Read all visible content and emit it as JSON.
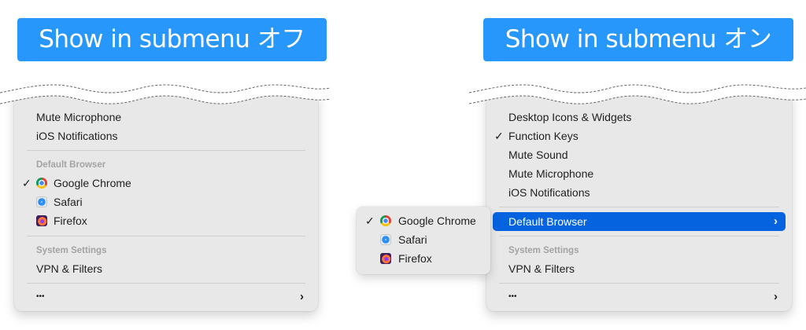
{
  "labels": {
    "off": "Show in submenu オフ",
    "on": "Show in submenu オン"
  },
  "left_menu": {
    "items": [
      {
        "label": "Mute Microphone"
      },
      {
        "label": "iOS Notifications"
      }
    ],
    "default_browser_header": "Default Browser",
    "browsers": [
      {
        "label": "Google Chrome",
        "checked": true,
        "icon": "chrome-icon"
      },
      {
        "label": "Safari",
        "checked": false,
        "icon": "safari-icon"
      },
      {
        "label": "Firefox",
        "checked": false,
        "icon": "firefox-icon"
      }
    ],
    "system_settings_header": "System Settings",
    "system_items": [
      {
        "label": "VPN & Filters"
      }
    ],
    "more_label": "•••",
    "check_glyph": "✓",
    "chevron_glyph": "›"
  },
  "right_menu": {
    "items": [
      {
        "label": "Desktop Icons & Widgets",
        "checked": false
      },
      {
        "label": "Function Keys",
        "checked": true
      },
      {
        "label": "Mute Sound",
        "checked": false
      },
      {
        "label": "Mute Microphone",
        "checked": false
      },
      {
        "label": "iOS Notifications",
        "checked": false
      }
    ],
    "default_browser_item": "Default Browser",
    "system_settings_header": "System Settings",
    "system_items": [
      {
        "label": "VPN & Filters"
      }
    ],
    "more_label": "•••",
    "check_glyph": "✓",
    "chevron_glyph": "›",
    "highlight_color": "#0663e0"
  },
  "submenu": {
    "browsers": [
      {
        "label": "Google Chrome",
        "checked": true,
        "icon": "chrome-icon"
      },
      {
        "label": "Safari",
        "checked": false,
        "icon": "safari-icon"
      },
      {
        "label": "Firefox",
        "checked": false,
        "icon": "firefox-icon"
      }
    ]
  },
  "colors": {
    "label_bg": "#2897fc",
    "menu_bg": "#e8e8e8",
    "highlight": "#0663e0"
  }
}
